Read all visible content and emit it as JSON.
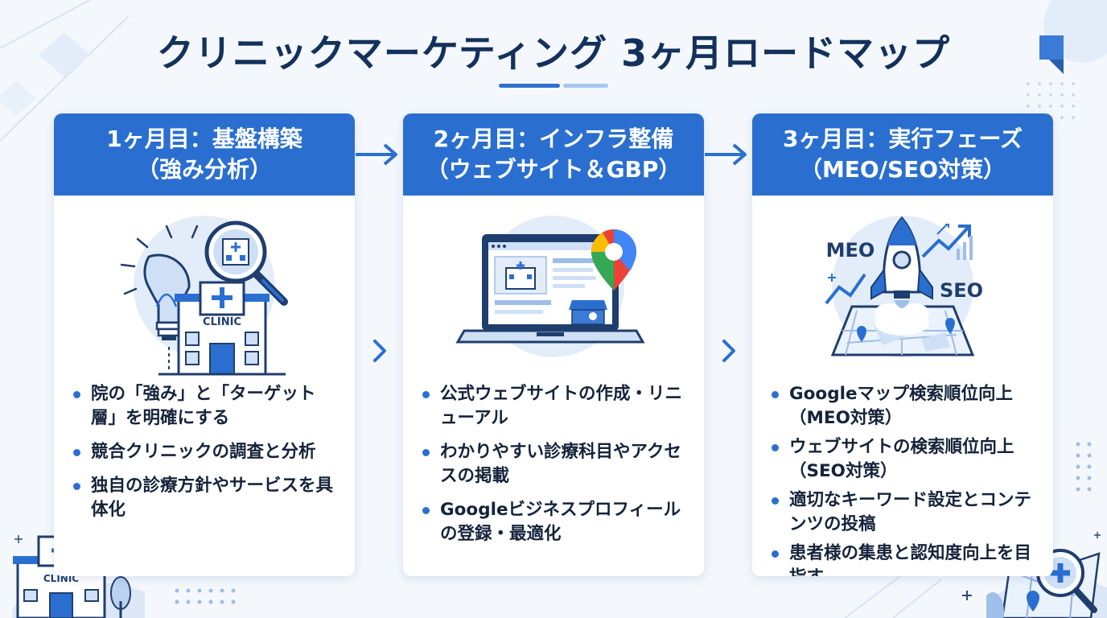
{
  "title": "クリニックマーケティング 3ヶ月ロードマップ",
  "cards": [
    {
      "head_line1": "1ヶ月目：基盤構築",
      "head_line2": "（強み分析）",
      "illustration_icon": "lightbulb-clinic-magnifier-icon",
      "clinic_label": "CLINIC",
      "bullets": [
        "院の「強み」と「ターゲット層」を明確にする",
        "競合クリニックの調査と分析",
        "独自の診療方針やサービスを具体化"
      ]
    },
    {
      "head_line1": "2ヶ月目：インフラ整備",
      "head_line2": "（ウェブサイト＆GBP）",
      "illustration_icon": "laptop-map-pin-icon",
      "bullets": [
        "公式ウェブサイトの作成・リニューアル",
        "わかりやすい診療科目やアクセスの掲載",
        "Googleビジネスプロフィールの登録・最適化"
      ]
    },
    {
      "head_line1": "3ヶ月目：実行フェーズ",
      "head_line2": "（MEO/SEO対策）",
      "illustration_icon": "rocket-map-growth-icon",
      "meo_label": "MEO",
      "seo_label": "SEO",
      "bullets": [
        "Googleマップ検索順位向上（MEO対策）",
        "ウェブサイトの検索順位向上（SEO対策）",
        "適切なキーワード設定とコンテンツの投稿",
        "患者様の集患と認知度向上を目指す"
      ]
    }
  ],
  "decor": {
    "corner_clinic_label": "CLINIC"
  },
  "colors": {
    "accent": "#2a6fd0",
    "title": "#13315c",
    "background": "#f4f8fc"
  }
}
